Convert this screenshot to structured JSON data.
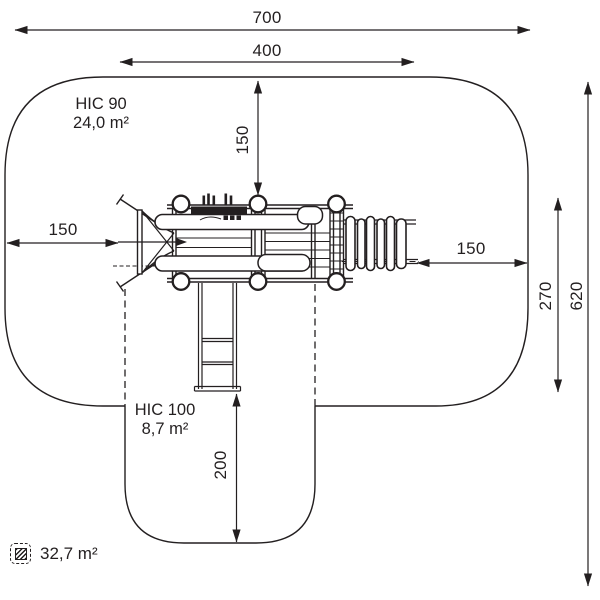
{
  "canvas": {
    "background": "#ffffff",
    "ink": "#231f20"
  },
  "zones": {
    "hic90": {
      "name": "HIC 90",
      "area": "24,0 m²"
    },
    "hic100": {
      "name": "HIC 100",
      "area": "8,7 m²"
    }
  },
  "footprint": {
    "icon": "hatched-square",
    "area": "32,7 m²"
  },
  "dimensions": {
    "total_width": "700",
    "structure_width": "400",
    "top_clearance": "150",
    "left_clearance": "150",
    "right_clearance": "150",
    "side_height": "270",
    "total_height": "620",
    "bottom_clearance": "200"
  }
}
